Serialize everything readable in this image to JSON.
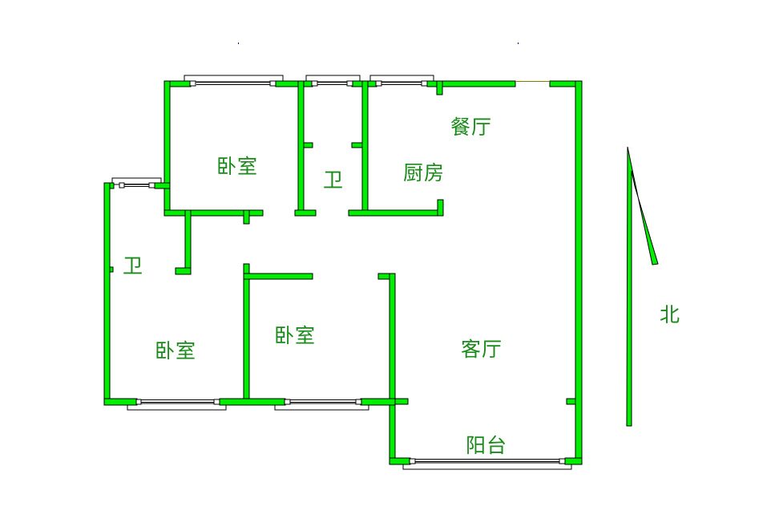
{
  "floorplan": {
    "colors": {
      "wall": "#00ee00",
      "wall_outline": "#000000",
      "label": "#1a8a1a",
      "background": "#ffffff"
    },
    "rooms": [
      {
        "id": "bedroom-top",
        "label": "卧室"
      },
      {
        "id": "bathroom-top",
        "label": "卫"
      },
      {
        "id": "kitchen",
        "label": "厨房"
      },
      {
        "id": "dining",
        "label": "餐厅"
      },
      {
        "id": "bathroom-left",
        "label": "卫"
      },
      {
        "id": "bedroom-left",
        "label": "卧室"
      },
      {
        "id": "bedroom-middle",
        "label": "卧室"
      },
      {
        "id": "living",
        "label": "客厅"
      },
      {
        "id": "balcony",
        "label": "阳台"
      }
    ],
    "compass": {
      "label": "北",
      "icon": "north-arrow-icon"
    }
  }
}
